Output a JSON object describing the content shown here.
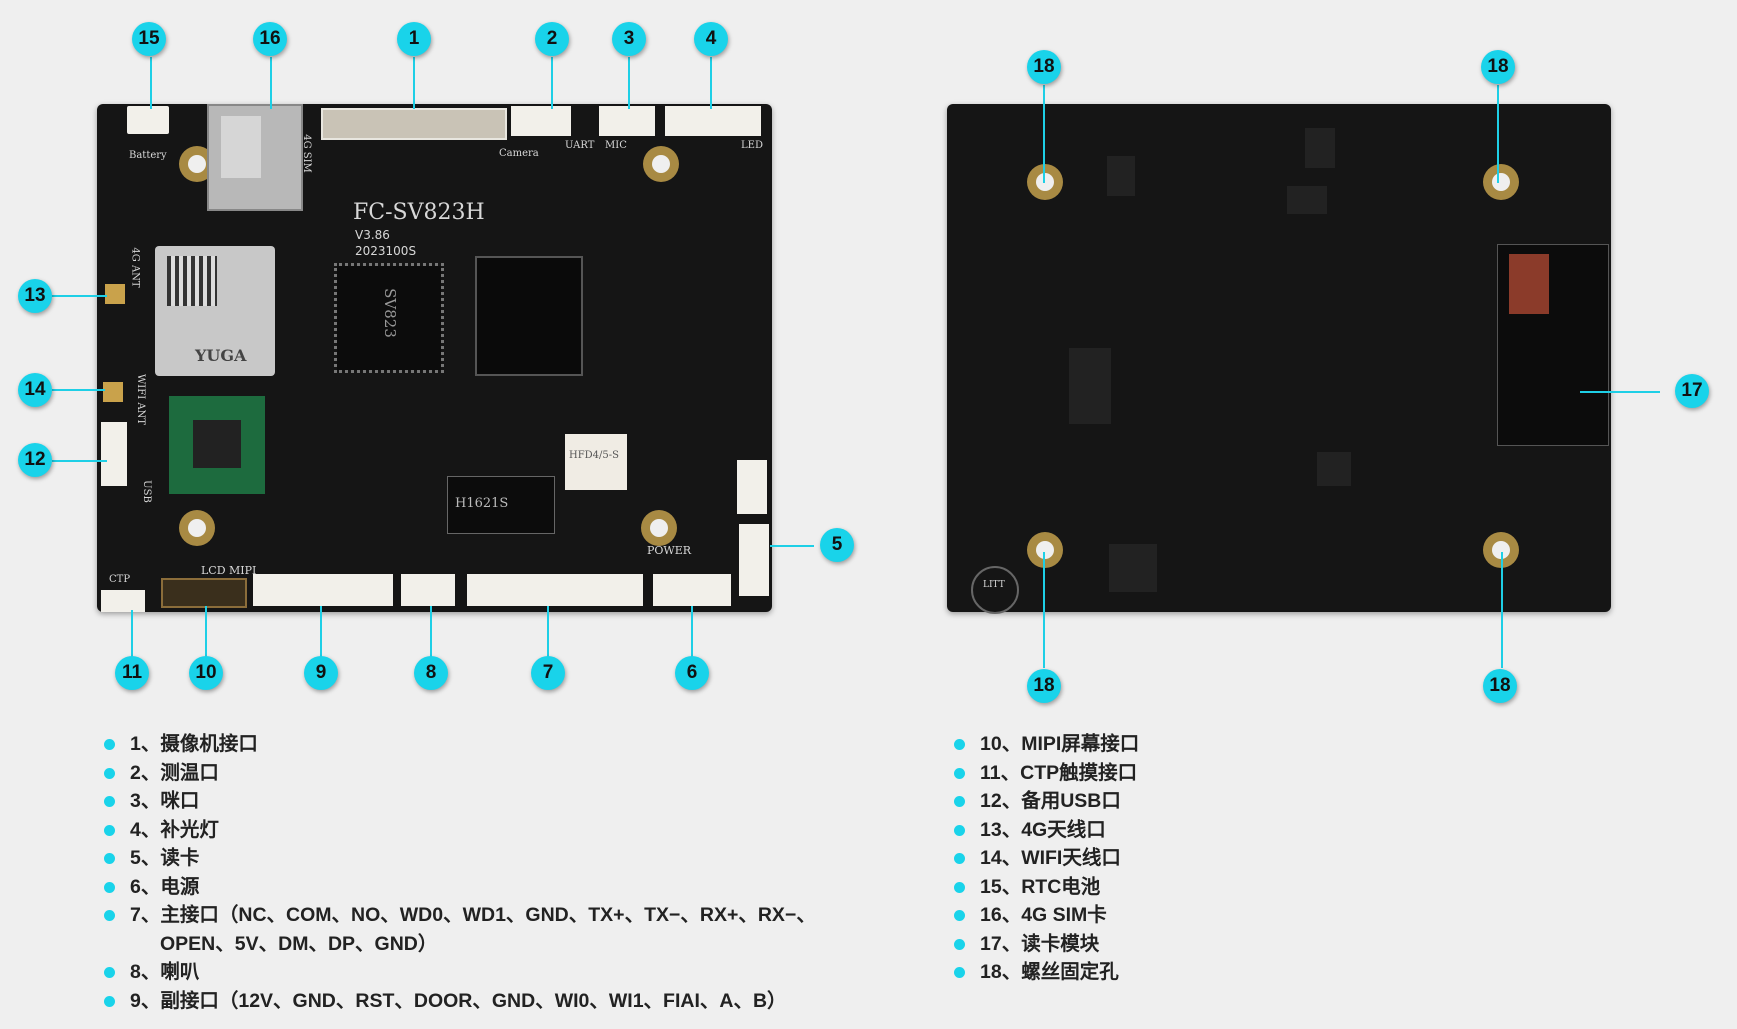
{
  "silkscreen": {
    "model": "FC-SV823H",
    "version": "V3.86",
    "date": "2023100S",
    "battery": "Battery",
    "camera": "Camera",
    "uart": "UART",
    "mic": "MIC",
    "led": "LED",
    "lcd_mipi": "LCD MIPI",
    "ctp": "CTP",
    "power": "POWER",
    "usb": "USB",
    "wifi_ant": "WIFI ANT",
    "ant_4g": "4G ANT",
    "sim_4g": "4G SIM",
    "chip_sv823": "SV823",
    "chip_yuga": "YUGA",
    "chip_relay": "HFD4/5-S",
    "chip_hsi": "H1621S",
    "back_bat": "LITT"
  },
  "callouts": [
    "1",
    "2",
    "3",
    "4",
    "5",
    "6",
    "7",
    "8",
    "9",
    "10",
    "11",
    "12",
    "13",
    "14",
    "15",
    "16",
    "17",
    "18"
  ],
  "legend": {
    "left": [
      {
        "num": "1、",
        "text": "摄像机接口"
      },
      {
        "num": "2、",
        "text": "测温口"
      },
      {
        "num": "3、",
        "text": "咪口"
      },
      {
        "num": "4、",
        "text": "补光灯"
      },
      {
        "num": "5、",
        "text": "读卡"
      },
      {
        "num": "6、",
        "text": "电源"
      },
      {
        "num": "7、",
        "text": "主接口（NC、COM、NO、WD0、WD1、GND、TX+、TX−、RX+、RX−、",
        "text2": "OPEN、5V、DM、DP、GND）"
      },
      {
        "num": "8、",
        "text": "喇叭"
      },
      {
        "num": "9、",
        "text": "副接口（12V、GND、RST、DOOR、GND、WI0、WI1、FIAI、A、B）"
      }
    ],
    "right": [
      {
        "num": "10、",
        "text": "MIPI屏幕接口"
      },
      {
        "num": "11、",
        "text": "CTP触摸接口"
      },
      {
        "num": "12、",
        "text": "备用USB口"
      },
      {
        "num": "13、",
        "text": "4G天线口"
      },
      {
        "num": "14、",
        "text": "WIFI天线口"
      },
      {
        "num": "15、",
        "text": "RTC电池"
      },
      {
        "num": "16、",
        "text": "4G SIM卡"
      },
      {
        "num": "17、",
        "text": "读卡模块"
      },
      {
        "num": "18、",
        "text": "螺丝固定孔"
      }
    ]
  },
  "colors": {
    "accent": "#19d3ea",
    "board": "#151515",
    "background": "#efefef",
    "connector": "#f2f0ea"
  }
}
